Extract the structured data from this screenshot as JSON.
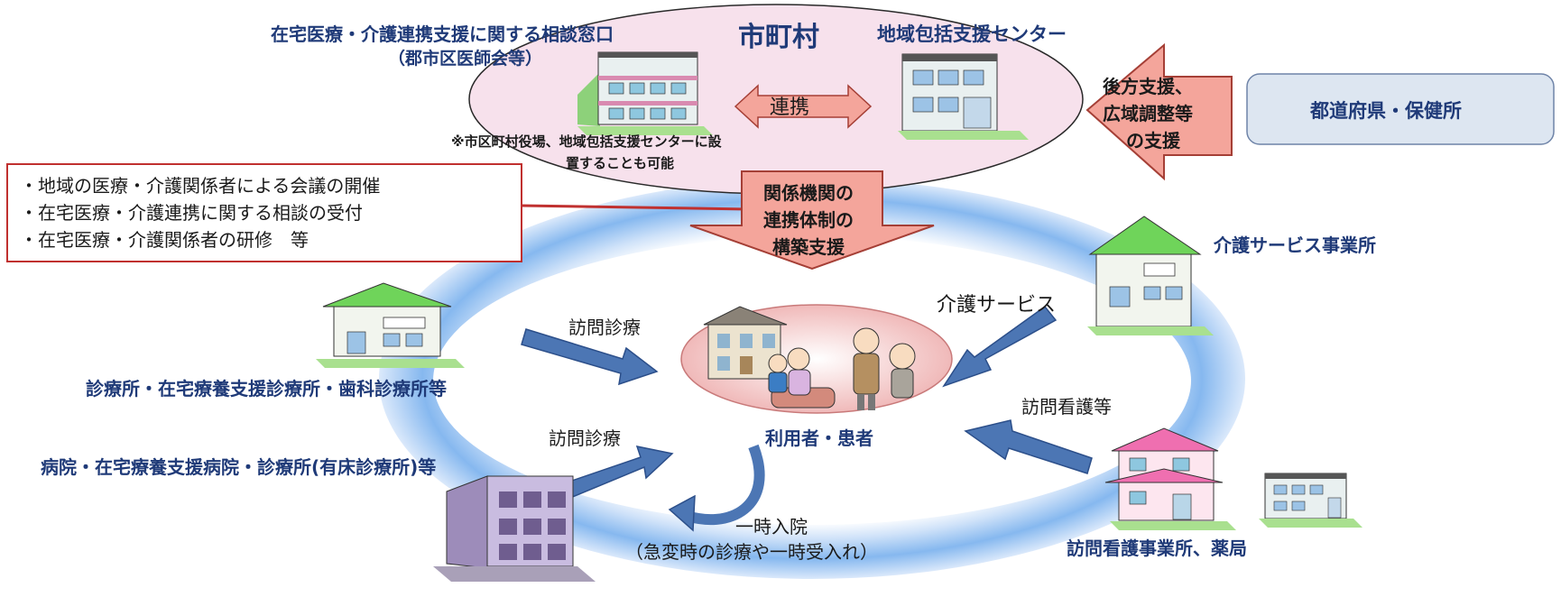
{
  "municipality": {
    "title": "市町村",
    "consult_window_title": "在宅医療・介護連携支援に関する相談窓口",
    "consult_window_sub": "（郡市区医師会等）",
    "center_title": "地域包括支援センター",
    "cooperation_label": "連携",
    "note_line1": "※市区町村役場、地域包括支援センターに設",
    "note_line2": "置することも可能"
  },
  "prefecture": {
    "box_label": "都道府県・保健所",
    "support_line1": "後方支援、",
    "support_line2": "広域調整等",
    "support_line3": "の支援"
  },
  "callout": {
    "items": [
      "・地域の医療・介護関係者による会議の開催",
      "・在宅医療・介護連携に関する相談の受付",
      "・在宅医療・介護関係者の研修　等"
    ]
  },
  "down_arrow": {
    "line1": "関係機関の",
    "line2": "連携体制の",
    "line3": "構築支援"
  },
  "center": {
    "label": "利用者・患者"
  },
  "actors": {
    "clinic": "診療所・在宅療養支援診療所・歯科診療所等",
    "hospital": "病院・在宅療養支援病院・診療所(有床診療所)等",
    "care_service": "介護サービス事業所",
    "nursing": "訪問看護事業所、薬局"
  },
  "flows": {
    "home_visit_1": "訪問診療",
    "home_visit_2": "訪問診療",
    "care_service": "介護サービス",
    "visiting_nursing": "訪問看護等",
    "temp_admission_1": "一時入院",
    "temp_admission_2": "（急変時の診療や一時受入れ）"
  },
  "colors": {
    "navy_text": "#1f3a78",
    "pink_ellipse": "#f7e1ec",
    "salmon_arrow": "#f4a59b",
    "arrow_border": "#a53f36",
    "blue_ring": "#79b1ec",
    "blue_arrow": "#4c76b4",
    "red_box": "#c0302f",
    "prefecture_box": "#dde6f1",
    "green_roof": "#6fd45a",
    "pink_roof": "#ef6fb0",
    "purple_building": "#b7a8cc"
  }
}
